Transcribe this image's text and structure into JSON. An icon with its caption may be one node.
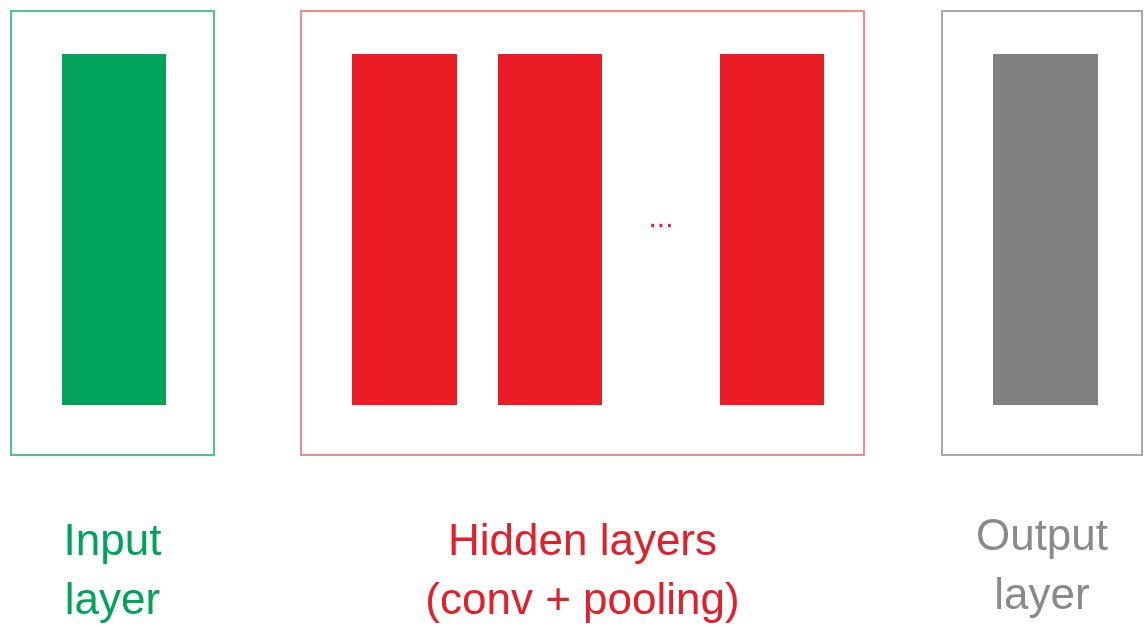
{
  "diagram": {
    "nodes": [
      {
        "text": [
          "Input layer"
        ]
      },
      {
        "text": [],
        "shape": "bar",
        "in": 0
      },
      {
        "text": [
          "Hidden layers (conv + pooling)"
        ]
      },
      {
        "text": [],
        "shape": "bar",
        "in": 2
      },
      {
        "text": [],
        "shape": "bar",
        "in": 2
      },
      {
        "text": [],
        "shape": "bar",
        "in": 2
      },
      {
        "text": [
          "Output layer"
        ]
      },
      {
        "text": [],
        "shape": "bar",
        "in": 6
      }
    ],
    "labels": [
      "..."
    ]
  }
}
